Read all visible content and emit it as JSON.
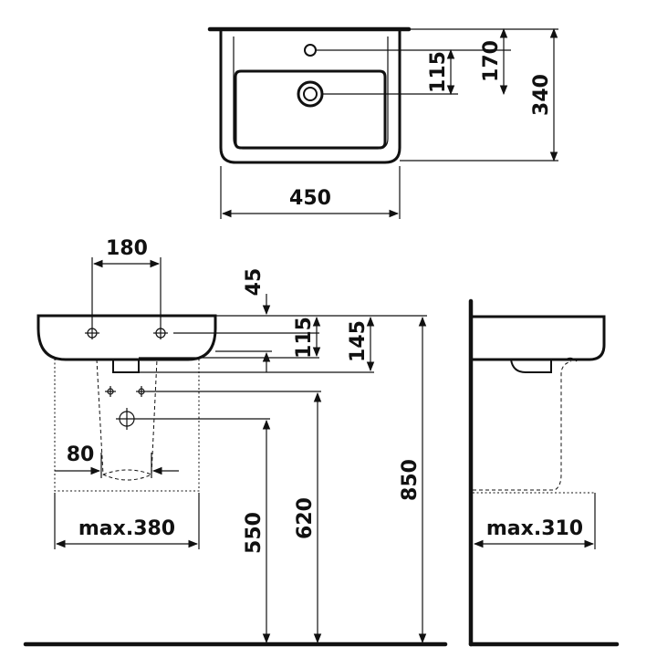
{
  "dimensions": {
    "top_width": "450",
    "top_depth": "340",
    "top_tap_to_back": "170",
    "top_tap_to_drain": "115",
    "front_holes_spacing": "180",
    "front_rim_thickness": "45",
    "front_rim_to_hole": "115",
    "front_rim_to_bottom": "145",
    "front_pedestal_width": "80",
    "front_max_width": "max.380",
    "height_550": "550",
    "height_620": "620",
    "height_850": "850",
    "side_max_depth": "max.310"
  }
}
